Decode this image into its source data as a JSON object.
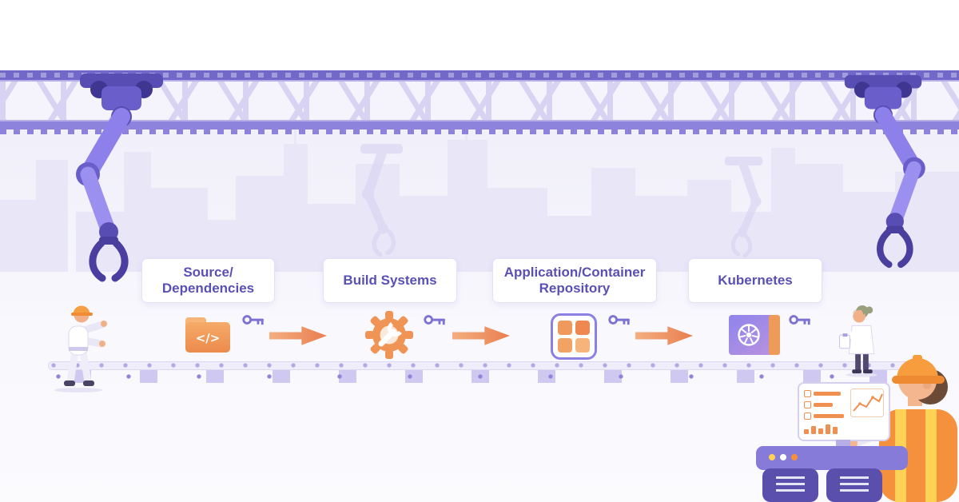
{
  "pipeline": {
    "title_hidden": "",
    "stages": [
      {
        "label": "Source/\nDependencies",
        "icon": "folder-code-icon"
      },
      {
        "label": "Build Systems",
        "icon": "build-gear-wrench-icon"
      },
      {
        "label": "Application/Container\nRepository",
        "icon": "container-registry-icon"
      },
      {
        "label": "Kubernetes",
        "icon": "kubernetes-box-icon"
      }
    ],
    "connector_icon": "arrow-right",
    "signing_icon": "key-icon"
  },
  "icons": {
    "folder_glyph": "</>"
  },
  "colors": {
    "accent_orange": "#EF8F50",
    "accent_purple": "#7D72D2",
    "label_text": "#5A50B4",
    "truss_purple": "#7268CA",
    "belt_block": "#CFC9F1"
  },
  "scene": {
    "characters": [
      "worker-hardhat-left",
      "inspector-clipboard-right",
      "engineer-monitoring-console"
    ],
    "props": [
      "ceiling-robot-arm-left",
      "ceiling-robot-arm-right",
      "city-skyline",
      "conveyor-belt",
      "dashboard-monitor",
      "server-machines"
    ]
  }
}
